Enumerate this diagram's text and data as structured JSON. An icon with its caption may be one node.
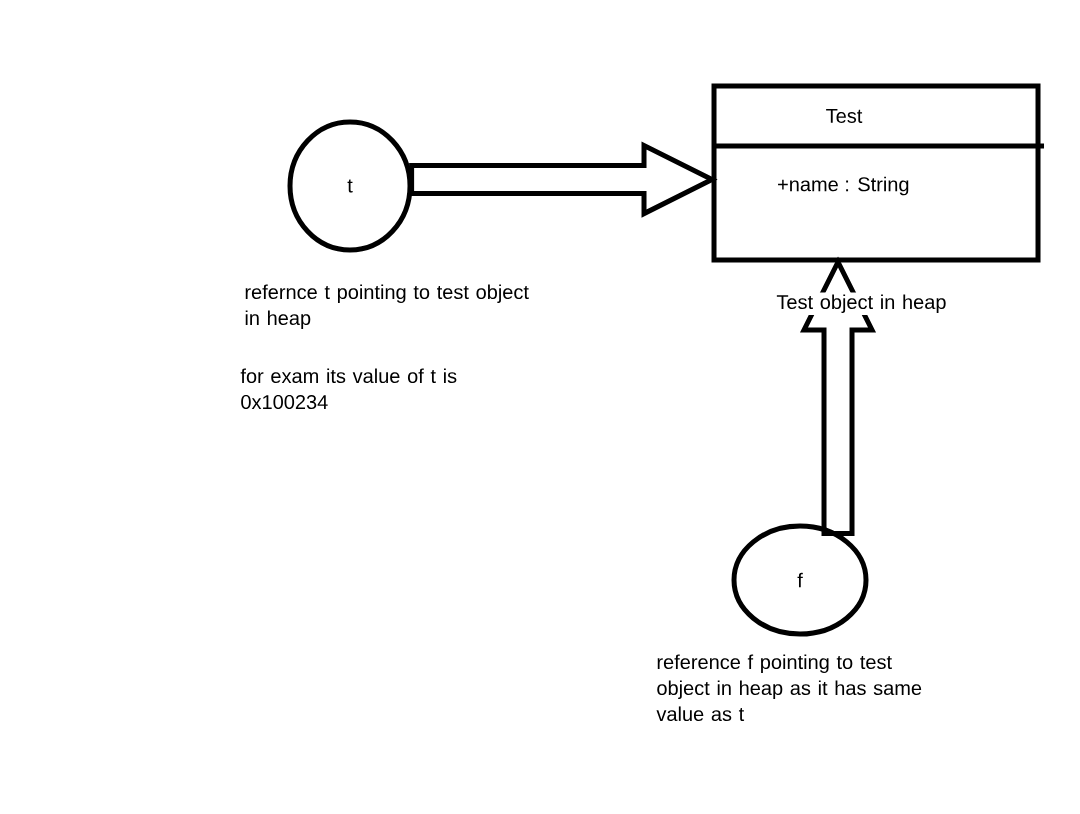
{
  "diagram": {
    "nodes": [
      {
        "text": [
          "t"
        ],
        "beside": [
          "refernce t pointing to test object in heap",
          "for exam its value of t is 0x100234"
        ]
      },
      {
        "text": [
          "Test",
          "+name : String"
        ],
        "beside": [
          "Test object in heap"
        ]
      },
      {
        "text": [
          "f"
        ],
        "beside": [
          "reference f pointing to test object in heap as it has same value as t"
        ]
      }
    ],
    "edges": [
      {
        "from": 0,
        "to": 1,
        "arrow": "to"
      },
      {
        "from": 2,
        "to": 1,
        "arrow": "to"
      }
    ]
  }
}
